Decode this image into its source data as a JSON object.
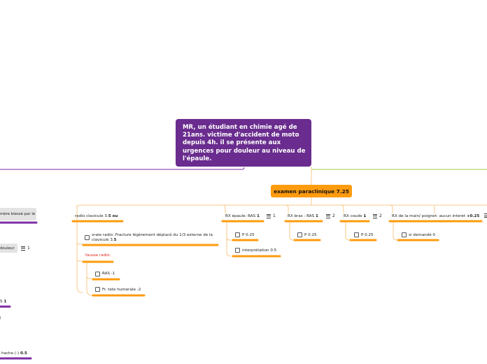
{
  "central_topic": "MR, un étudiant en chimie agé de 21ans. victime d'accident de moto depuis 4h. il se présente aux urgences pour douleur au niveau de l'épaule.",
  "branch": {
    "label": "examen paraclinique 7.25"
  },
  "subtopics": {
    "radio_clavicule": {
      "text": "radio clavicule 3.",
      "bold": "5 ou"
    },
    "vraie_radio": {
      "text": "vraie radio: Fracture légèrement déplacé du 1/3 externe de la clavicule 3.",
      "bold": "5"
    },
    "fausse_radio": {
      "text": "fausse radio:"
    },
    "ras_minus1": {
      "text": "RAS -1"
    },
    "fr_tete": {
      "text": "Fr. tete humerale -2"
    },
    "rx_epaule": {
      "text": "RX épaule: RAS ",
      "bold": "1",
      "count": "1"
    },
    "p025_a": {
      "text": "P 0.25"
    },
    "interpretation": {
      "text": "interprétation 0.5"
    },
    "rx_bras": {
      "text": "RX bras : RAS ",
      "bold": "1",
      "count": "2"
    },
    "p025_b": {
      "text": "P 0.25"
    },
    "rx_coude": {
      "text": "RX coude ",
      "bold": "1",
      "count": "2"
    },
    "p025_c": {
      "text": "P 0.25"
    },
    "rx_main": {
      "text": "RX de la main/ poignet: aucun interet ",
      "bold": "+0.25"
    },
    "si_demande": {
      "text": "si demandé 0"
    }
  },
  "left_fragments": {
    "f1": {
      "text": "mbre blessé par le"
    },
    "f2": {
      "text": "douleur",
      "count": "1"
    },
    "f3": {
      "text": "S ",
      "bold": "1"
    },
    "f4": {
      "text": "2"
    },
    "f5": {
      "text": "hache (-) ",
      "bold": "0.5"
    }
  },
  "colors": {
    "central": "#6a2c8e",
    "branch": "#ff9b0e",
    "purple_line": "#7b2ea6",
    "green_line": "#a5cf4c",
    "underline": "#ff9b0e",
    "connector": "#f7c98a"
  }
}
